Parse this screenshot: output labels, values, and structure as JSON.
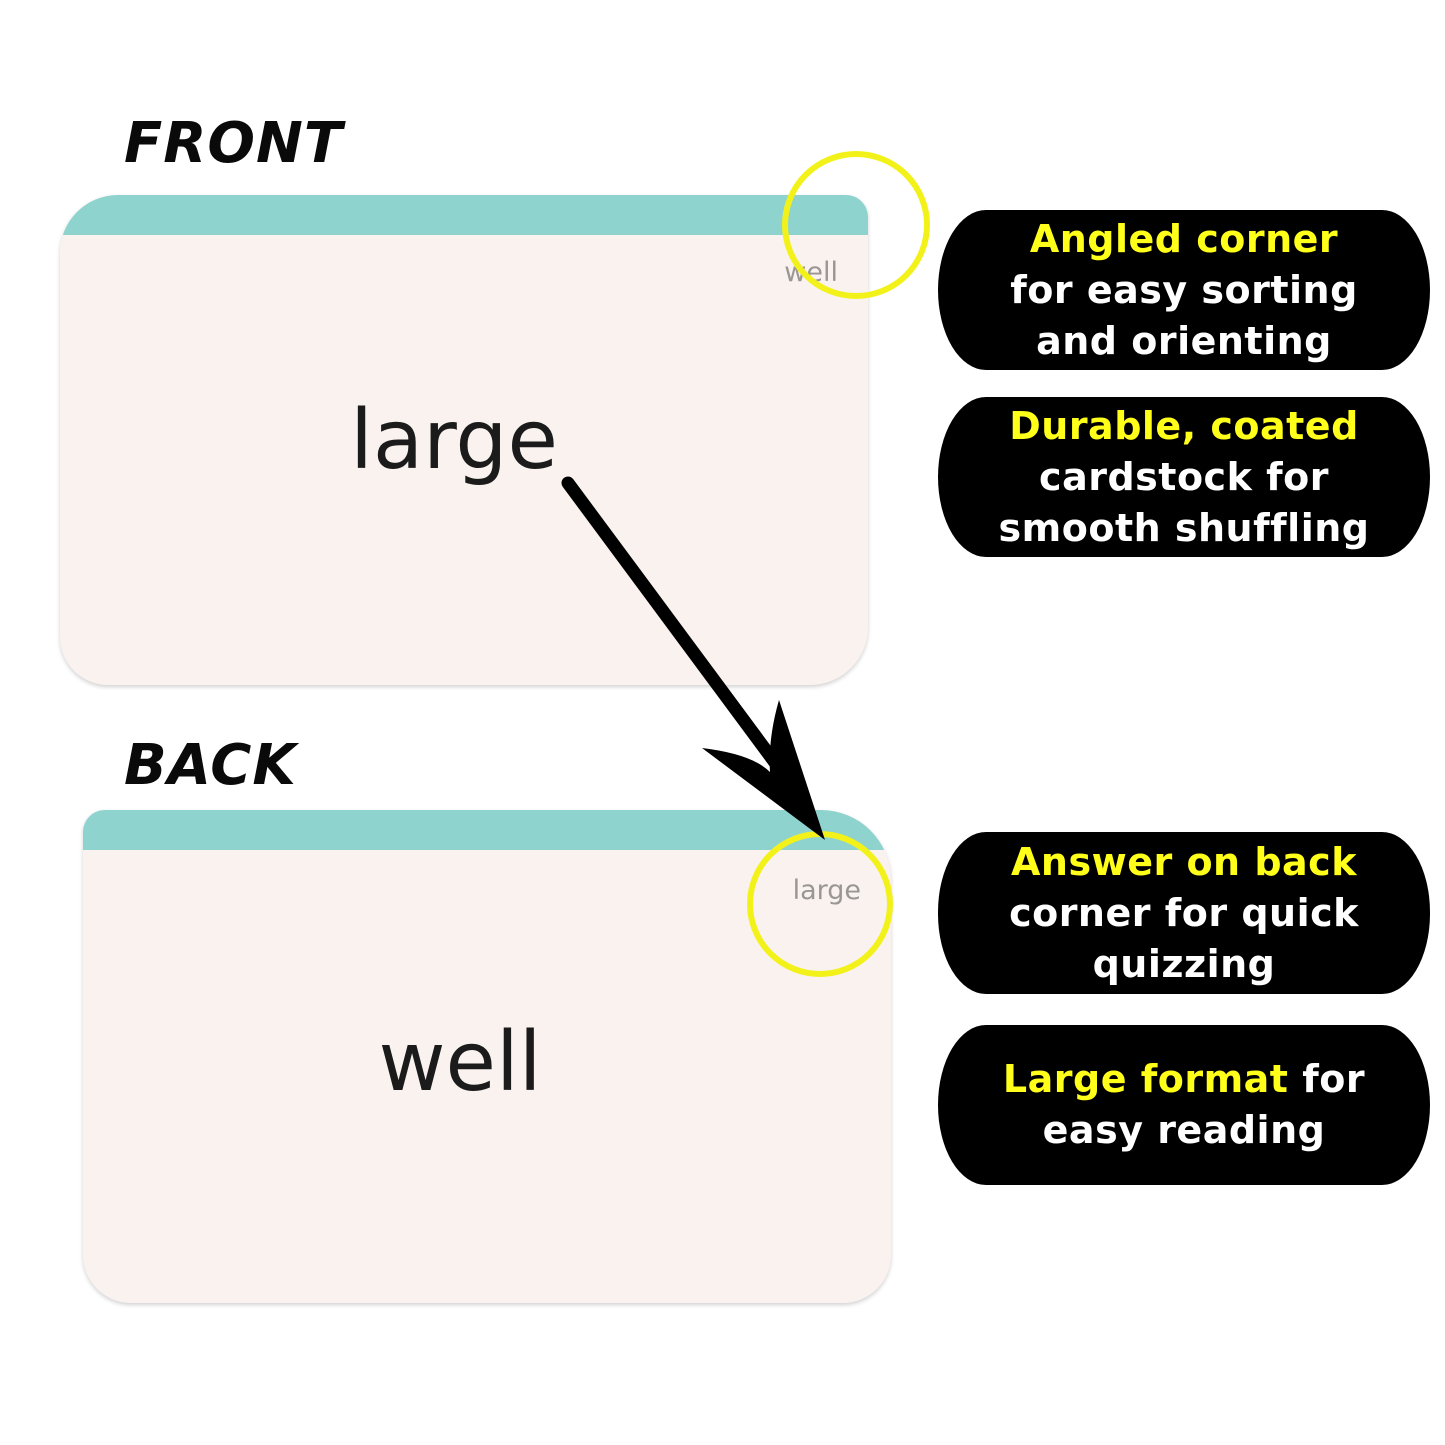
{
  "labels": {
    "front": "FRONT",
    "back": "BACK"
  },
  "front_card": {
    "corner_word": "well",
    "main_word": "large"
  },
  "back_card": {
    "corner_word": "large",
    "main_word": "well"
  },
  "features": [
    {
      "highlight": "Angled corner",
      "line2": "for easy sorting",
      "line3": "and orienting"
    },
    {
      "highlight": "Durable, coated",
      "line2": "cardstock for",
      "line3": "smooth shuffling"
    },
    {
      "highlight": "Answer on back",
      "line2": "corner for quick",
      "line3": "quizzing"
    },
    {
      "highlight": "Large format",
      "line1_rest": " for",
      "line2": "easy reading"
    }
  ],
  "colors": {
    "stripe": "#8fd3cf",
    "circle": "#f2f21a",
    "highlight_text": "#ffff1a",
    "pill_background": "#000000",
    "card": "#f9f2ef"
  }
}
